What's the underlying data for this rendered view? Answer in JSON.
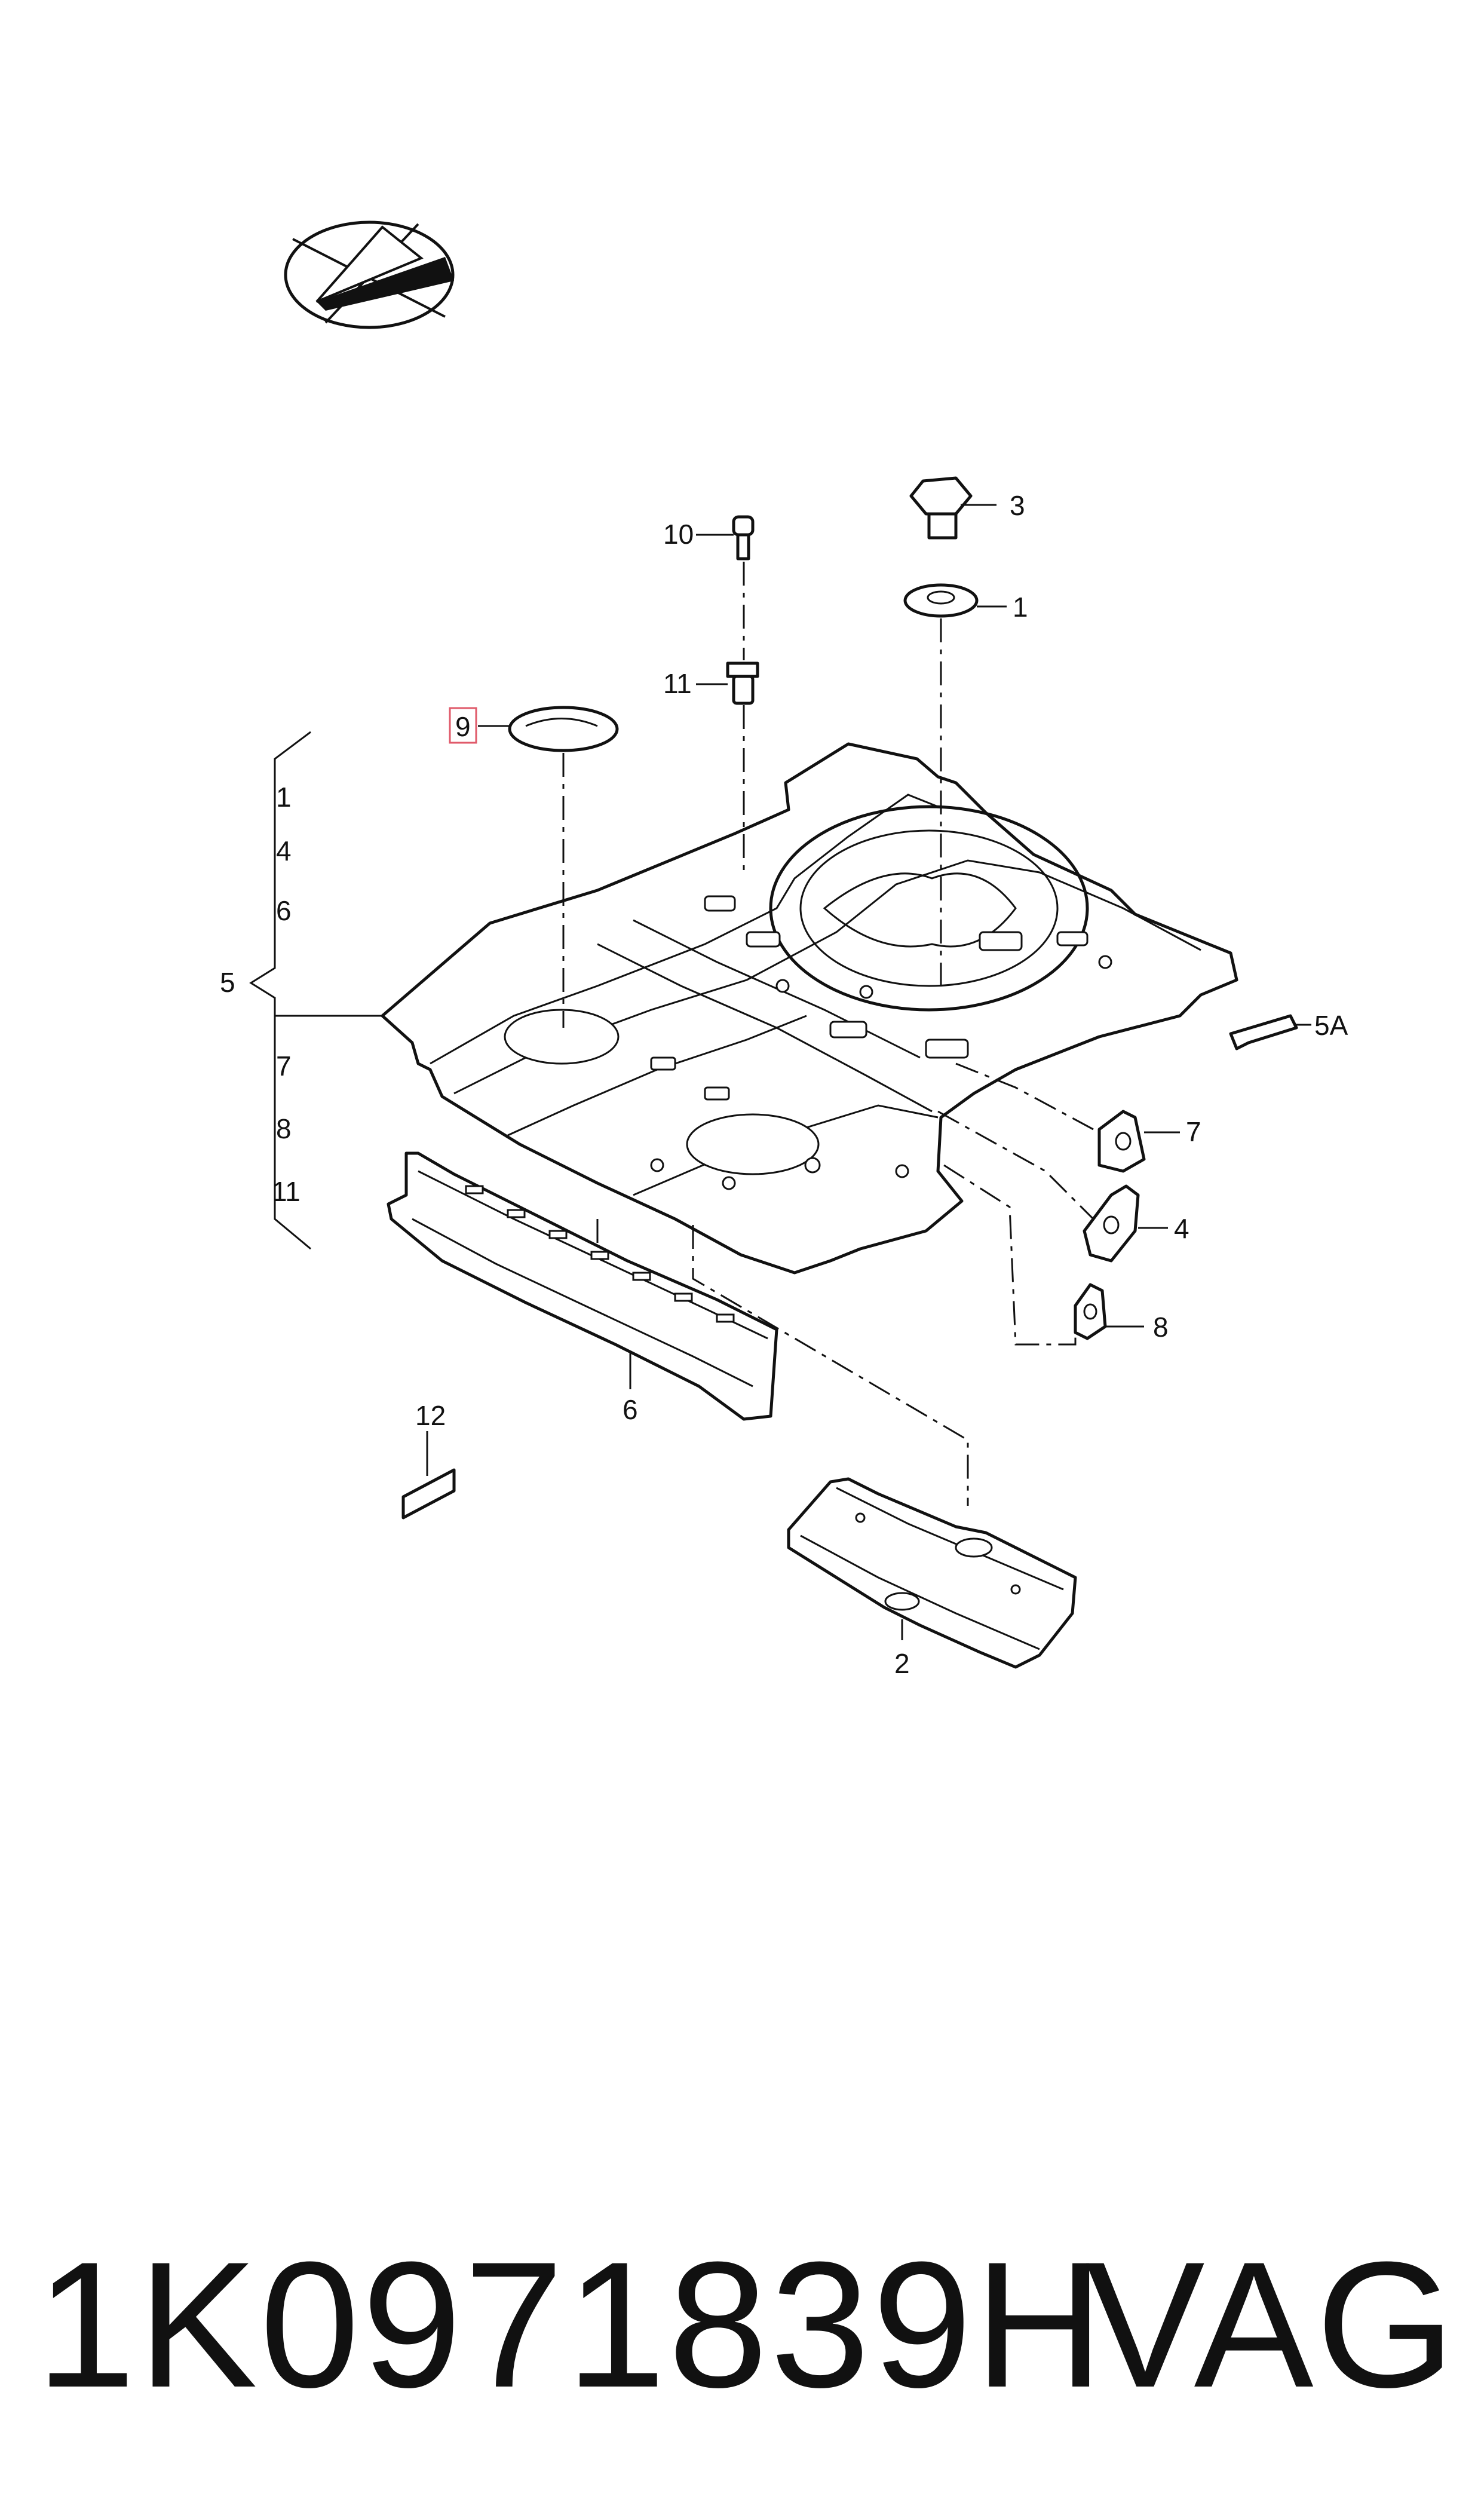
{
  "callouts": {
    "c1": "1",
    "c2": "2",
    "c3": "3",
    "c4": "4",
    "c5": "5",
    "c5a": "5A",
    "c6": "6",
    "c7": "7",
    "c8": "8",
    "c9": "9",
    "c10": "10",
    "c11": "11",
    "c12": "12"
  },
  "bracket_list": [
    "1",
    "4",
    "6",
    "7",
    "8",
    "11"
  ],
  "highlight_color": "#e05a6a",
  "footer": {
    "part_number": "1K0971839H",
    "brand": "VAG"
  }
}
